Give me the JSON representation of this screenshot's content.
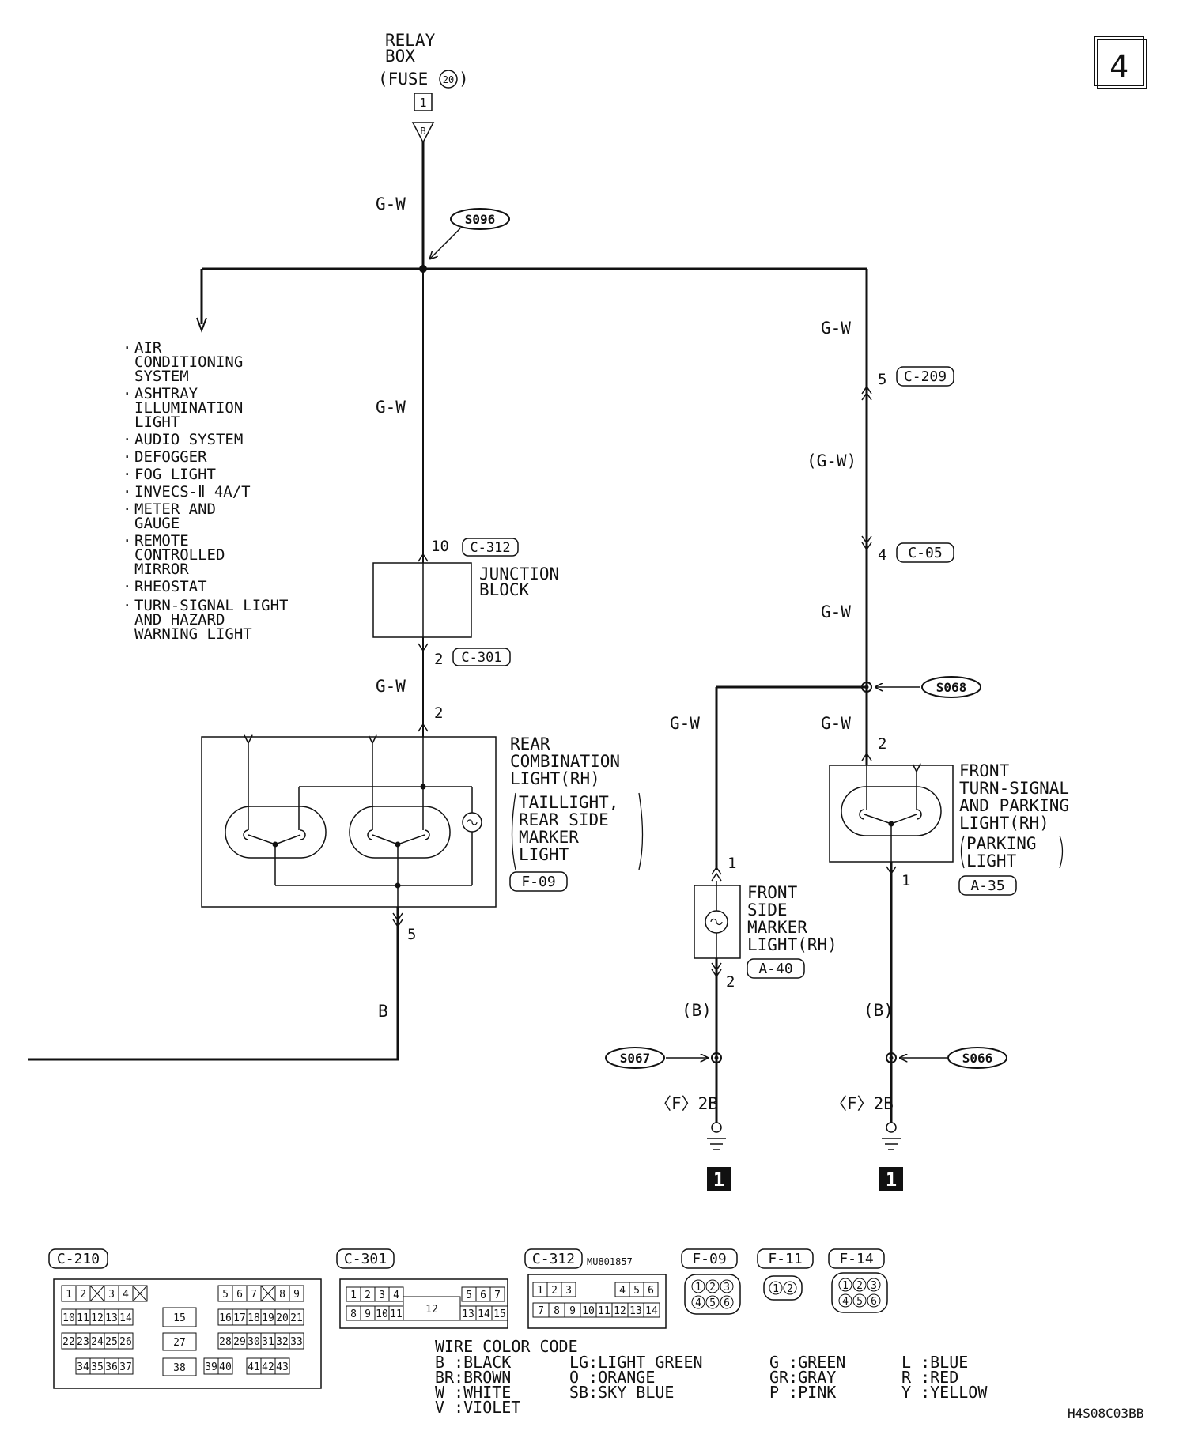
{
  "page_number": "4",
  "relay_box": {
    "line1": "RELAY",
    "line2": "BOX",
    "fuse_label": "(FUSE",
    "fuse_num": "20",
    "fuse_close": ")",
    "terminal": "1",
    "wire_mark": "B"
  },
  "splices": {
    "s096": "S096",
    "s068": "S068",
    "s067": "S067",
    "s066": "S066"
  },
  "wires": {
    "gw": "G-W",
    "gw_paren": "(G-W)",
    "b": "B",
    "b_paren": "(B)"
  },
  "systems_list": [
    [
      "AIR",
      "CONDITIONING",
      "SYSTEM"
    ],
    [
      "ASHTRAY",
      "ILLUMINATION",
      "LIGHT"
    ],
    [
      "AUDIO SYSTEM"
    ],
    [
      "DEFOGGER"
    ],
    [
      "FOG LIGHT"
    ],
    [
      "INVECS-Ⅱ 4A/T"
    ],
    [
      "METER AND",
      "GAUGE"
    ],
    [
      "REMOTE",
      "CONTROLLED",
      "MIRROR"
    ],
    [
      "RHEOSTAT"
    ],
    [
      "TURN-SIGNAL LIGHT",
      "AND HAZARD",
      "WARNING LIGHT"
    ]
  ],
  "junction_block": {
    "line1": "JUNCTION",
    "line2": "BLOCK",
    "top_pin": "10",
    "top_conn": "C-312",
    "bottom_pin": "2",
    "bottom_conn": "C-301"
  },
  "rear_combo": {
    "line1": "REAR",
    "line2": "COMBINATION",
    "line3": "LIGHT(RH)",
    "sub1": "TAILLIGHT,",
    "sub2": "REAR SIDE",
    "sub3": "MARKER",
    "sub4": "LIGHT",
    "conn": "F-09",
    "top_pin": "2",
    "bottom_pin": "5"
  },
  "front_side_marker": {
    "line1": "FRONT",
    "line2": "SIDE",
    "line3": "MARKER",
    "line4": "LIGHT(RH)",
    "conn": "A-40",
    "top_pin": "1",
    "bottom_pin": "2"
  },
  "front_turn": {
    "line1": "FRONT",
    "line2": "TURN-SIGNAL",
    "line3": "AND PARKING",
    "line4": "LIGHT(RH)",
    "sub1": "PARKING",
    "sub2": "LIGHT",
    "conn": "A-35",
    "top_pin": "2",
    "bottom_pin": "1"
  },
  "right_conns": {
    "upper_pin": "5",
    "upper_conn": "C-209",
    "lower_pin": "4",
    "lower_conn": "C-05"
  },
  "grounds": {
    "label": "〈F〉2B",
    "ref": "1"
  },
  "connector_views": {
    "c210": {
      "label": "C-210",
      "row1": [
        "1",
        "2",
        "",
        "3",
        "4",
        "",
        "5",
        "6",
        "7",
        "",
        "8",
        "9"
      ],
      "row2": [
        "10",
        "11",
        "12",
        "13",
        "14",
        "15",
        "16",
        "17",
        "18",
        "19",
        "20",
        "21"
      ],
      "row3": [
        "22",
        "23",
        "24",
        "25",
        "26",
        "27",
        "28",
        "29",
        "30",
        "31",
        "32",
        "33"
      ],
      "row4": [
        "34",
        "35",
        "36",
        "37",
        "38",
        "39",
        "40",
        "41",
        "42",
        "43"
      ]
    },
    "c301": {
      "label": "C-301",
      "row1": [
        "1",
        "2",
        "3",
        "4",
        "5",
        "6",
        "7"
      ],
      "row2": [
        "8",
        "9",
        "10",
        "11",
        "12",
        "13",
        "14",
        "15"
      ]
    },
    "c312": {
      "label": "C-312",
      "part": "MU801857",
      "row1": [
        "1",
        "2",
        "3",
        "4",
        "5",
        "6"
      ],
      "row2": [
        "7",
        "8",
        "9",
        "10",
        "11",
        "12",
        "13",
        "14"
      ]
    },
    "f09": {
      "label": "F-09",
      "pins": [
        "1",
        "2",
        "3",
        "4",
        "5",
        "6"
      ]
    },
    "f11": {
      "label": "F-11",
      "pins": [
        "1",
        "2"
      ]
    },
    "f14": {
      "label": "F-14",
      "pins": [
        "1",
        "2",
        "3",
        "4",
        "5",
        "6"
      ]
    }
  },
  "color_code": {
    "title": "WIRE COLOR CODE",
    "col1": [
      "B :BLACK",
      "BR:BROWN",
      "W :WHITE",
      "V :VIOLET"
    ],
    "col2": [
      "LG:LIGHT GREEN",
      "O :ORANGE",
      "SB:SKY BLUE"
    ],
    "col3": [
      "G :GREEN",
      "GR:GRAY",
      "P :PINK"
    ],
    "col4": [
      "L :BLUE",
      "R :RED",
      "Y :YELLOW"
    ]
  },
  "figure_id": "H4S08C03BB"
}
